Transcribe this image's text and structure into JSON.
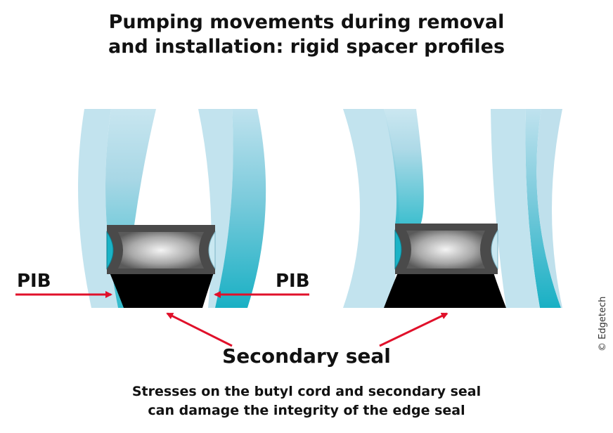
{
  "title": {
    "line1": "Pumping movements during removal",
    "line2": "and installation: rigid spacer profiles"
  },
  "labels": {
    "pib_left": "PIB",
    "pib_right": "PIB",
    "secondary_seal": "Secondary seal"
  },
  "caption": {
    "line1": "Stresses on the butyl cord and secondary seal",
    "line2": "can damage the integrity of the edge seal"
  },
  "copyright": "© Edgetech",
  "colors": {
    "glass": "#c2e3ee",
    "glass_edge_teal": "#1bb3c6",
    "spacer": "#4a4a4a",
    "seal": "#000000",
    "arrow": "#e0102a"
  }
}
